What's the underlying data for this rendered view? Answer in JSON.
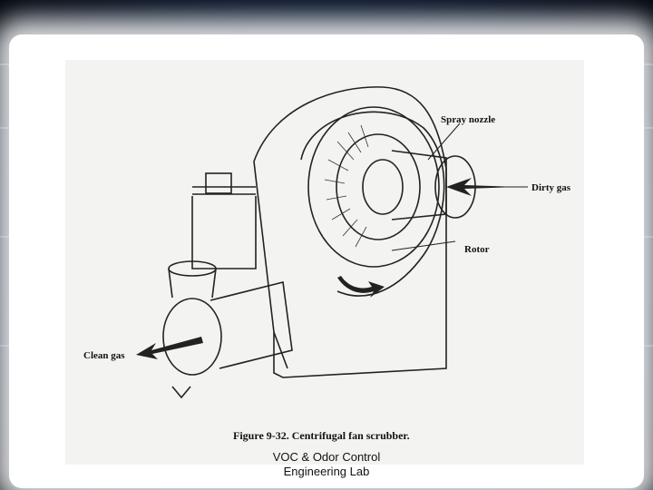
{
  "diagram": {
    "labels": {
      "spray_nozzle": "Spray nozzle",
      "dirty_gas": "Dirty gas",
      "rotor": "Rotor",
      "clean_gas": "Clean gas"
    },
    "caption": "Figure 9-32. Centrifugal fan scrubber."
  },
  "footer": {
    "line1": "VOC & Odor Control",
    "line2": "Engineering Lab"
  }
}
